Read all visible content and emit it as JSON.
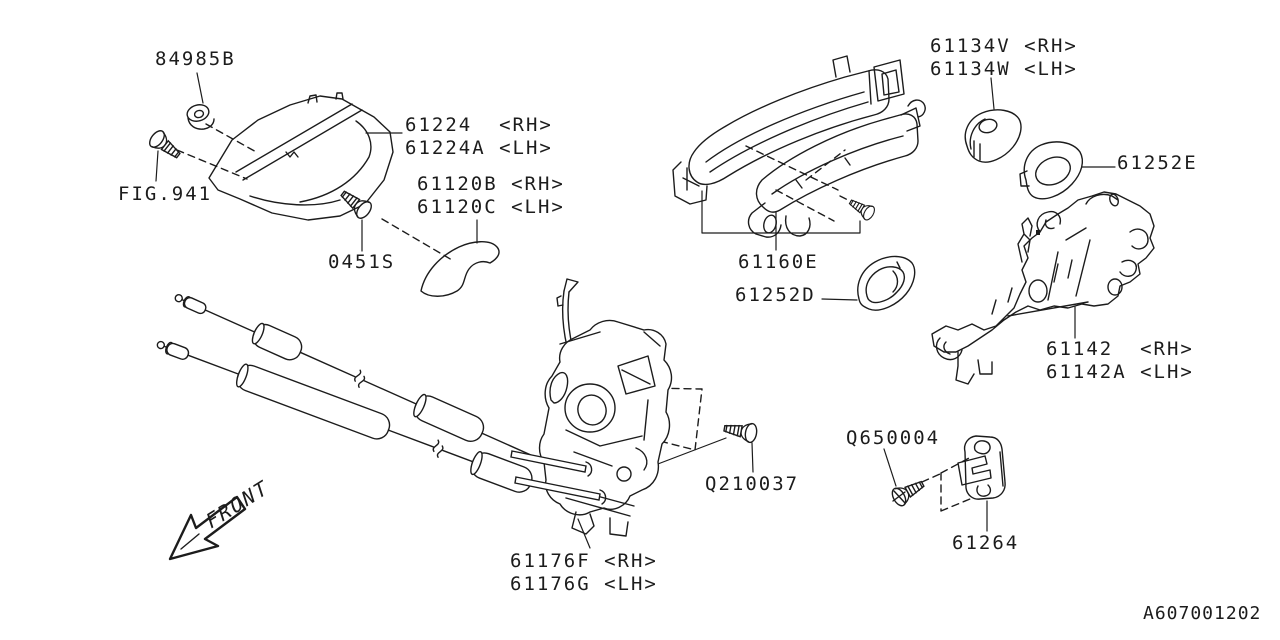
{
  "doc_code": "A607001202",
  "colors": {
    "background": "#ffffff",
    "line": "#1c1c1c"
  },
  "labels": {
    "grommet": "84985B",
    "fig_ref": "FIG.941",
    "trim_panel": "61224  <RH>\n61224A <LH>",
    "panel_gasket": "61120B <RH>\n61120C <LH>",
    "screw_0451s": "0451S",
    "handle_cover": "61134V <RH>\n61134W <LH>",
    "gasket_e": "61252E",
    "outer_handle": "61160E",
    "gasket_d": "61252D",
    "handle_bracket": "61142  <RH>\n61142A <LH>",
    "screw_q210037": "Q210037",
    "screw_q650004": "Q650004",
    "striker": "61264",
    "door_latch": "61176F <RH>\n61176G <LH>",
    "front": "FRONT"
  }
}
